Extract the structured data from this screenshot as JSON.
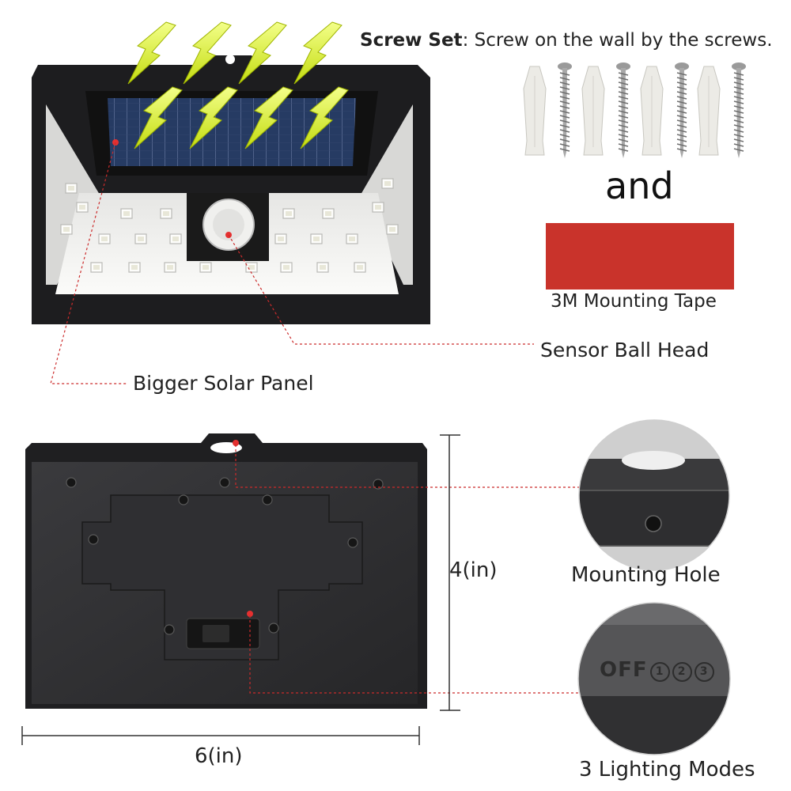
{
  "screw_set": {
    "title": "Screw Set",
    "separator": ":",
    "description": " Screw on the wall by the screws."
  },
  "connector_word": "and",
  "tape_label": "3M Mounting Tape",
  "callouts": {
    "sensor": "Sensor Ball Head",
    "solar_panel": "Bigger Solar Panel",
    "mounting_hole": "Mounting Hole",
    "lighting_modes": "3 Lighting Modes"
  },
  "dimensions": {
    "height": "4(in)",
    "width": "6(in)"
  },
  "switch_markings": {
    "off": "OFF",
    "modes": [
      "1",
      "2",
      "3"
    ]
  },
  "colors": {
    "housing": "#1d1d1f",
    "solar_cell": "#263b63",
    "led_panel": "#f2f2f0",
    "arrow": "#d9ef1a",
    "tape": "#c9332b",
    "callout_line": "#cc2b2b",
    "anchor": "#ecebe6"
  }
}
